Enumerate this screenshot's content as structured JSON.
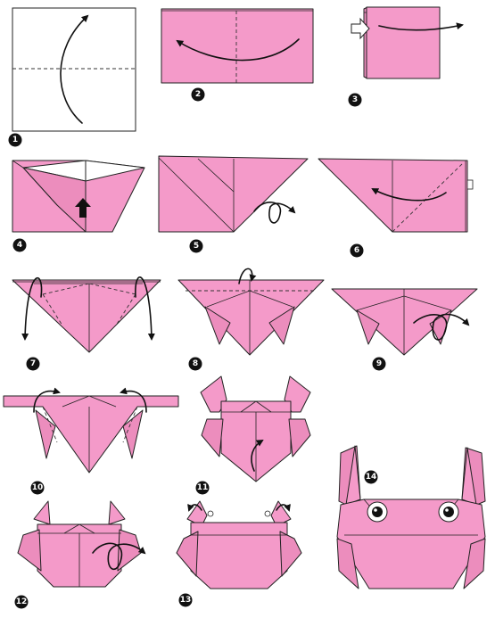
{
  "colors": {
    "paper": "#f49ac9",
    "paper_dark": "#ec8dbd",
    "line": "#222222",
    "badge": "#111111"
  },
  "steps": [
    {
      "label": "1"
    },
    {
      "label": "2"
    },
    {
      "label": "3"
    },
    {
      "label": "4"
    },
    {
      "label": "5"
    },
    {
      "label": "6"
    },
    {
      "label": "7"
    },
    {
      "label": "8"
    },
    {
      "label": "9"
    },
    {
      "label": "10"
    },
    {
      "label": "11"
    },
    {
      "label": "12"
    },
    {
      "label": "13"
    },
    {
      "label": "14"
    }
  ],
  "icons": {
    "fold_arrow": "curved-arrow-icon",
    "push_arrow": "push-arrow-icon",
    "turn_over": "turn-over-icon",
    "eye": "crab-eye-icon"
  }
}
